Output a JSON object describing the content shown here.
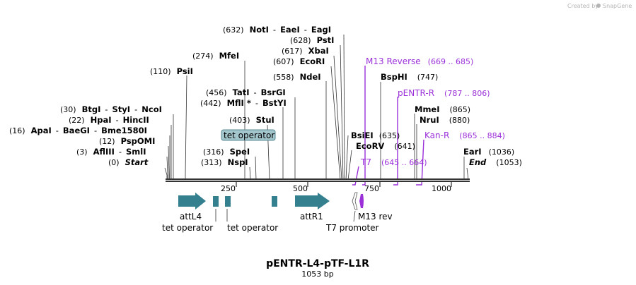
{
  "credit": {
    "text": "Created by",
    "brand": "SnapGene"
  },
  "plasmid": {
    "name": "pENTR-L4-pTF-L1R",
    "length_label": "1053 bp"
  },
  "ruler": {
    "ticks": [
      "250",
      "500",
      "750",
      "1000"
    ]
  },
  "sites": [
    {
      "pos": "(0)",
      "names": [
        "Start"
      ],
      "italic": true
    },
    {
      "pos": "(3)",
      "names": [
        "AflIII",
        "SmlI"
      ]
    },
    {
      "pos": "(12)",
      "names": [
        "PspOMI"
      ]
    },
    {
      "pos": "(16)",
      "names": [
        "ApaI",
        "BaeGI",
        "Bme1580I"
      ]
    },
    {
      "pos": "(22)",
      "names": [
        "HpaI",
        "HincII"
      ]
    },
    {
      "pos": "(30)",
      "names": [
        "BtgI",
        "StyI",
        "NcoI"
      ]
    },
    {
      "pos": "(110)",
      "names": [
        "PsiI"
      ]
    },
    {
      "pos": "(274)",
      "names": [
        "MfeI"
      ]
    },
    {
      "pos": "(313)",
      "names": [
        "NspI"
      ]
    },
    {
      "pos": "(316)",
      "names": [
        "SpeI"
      ]
    },
    {
      "pos": "(403)",
      "names": [
        "StuI"
      ]
    },
    {
      "pos": "(442)",
      "names": [
        "MflI *",
        "BstYI"
      ]
    },
    {
      "pos": "(456)",
      "names": [
        "TatI",
        "BsrGI"
      ]
    },
    {
      "pos": "(558)",
      "names": [
        "NdeI"
      ]
    },
    {
      "pos": "(607)",
      "names": [
        "EcoRI"
      ]
    },
    {
      "pos": "(617)",
      "names": [
        "XbaI"
      ]
    },
    {
      "pos": "(628)",
      "names": [
        "PstI"
      ]
    },
    {
      "pos": "(632)",
      "names": [
        "NotI",
        "EaeI",
        "EagI"
      ]
    },
    {
      "pos": "(635)",
      "names": [
        "BsiEI"
      ]
    },
    {
      "pos": "(641)",
      "names": [
        "EcoRV"
      ]
    },
    {
      "pos": "(747)",
      "names": [
        "BspHI"
      ]
    },
    {
      "pos": "(865)",
      "names": [
        "MmeI"
      ]
    },
    {
      "pos": "(880)",
      "names": [
        "NruI"
      ]
    },
    {
      "pos": "(1036)",
      "names": [
        "EarI"
      ]
    },
    {
      "pos": "(1053)",
      "names": [
        "End"
      ],
      "italic": true
    }
  ],
  "primers": [
    {
      "name": "M13 Reverse",
      "range": "(669 .. 685)"
    },
    {
      "name": "pENTR-R",
      "range": "(787 .. 806)"
    },
    {
      "name": "Kan-R",
      "range": "(865 .. 884)"
    },
    {
      "name": "T7",
      "range": "(645 .. 664)"
    }
  ],
  "features": [
    {
      "name": "attL4"
    },
    {
      "name": "tet operator"
    },
    {
      "name": "tet operator"
    },
    {
      "name": "attR1"
    },
    {
      "name": "T7 promoter"
    },
    {
      "name": "M13 rev"
    }
  ],
  "boxed_feature": {
    "name": "tet operator"
  },
  "colors": {
    "feature": "#35808f",
    "primer": "#9b30d9",
    "box_fill": "#a3c5cc",
    "box_stroke": "#5a8a94"
  }
}
